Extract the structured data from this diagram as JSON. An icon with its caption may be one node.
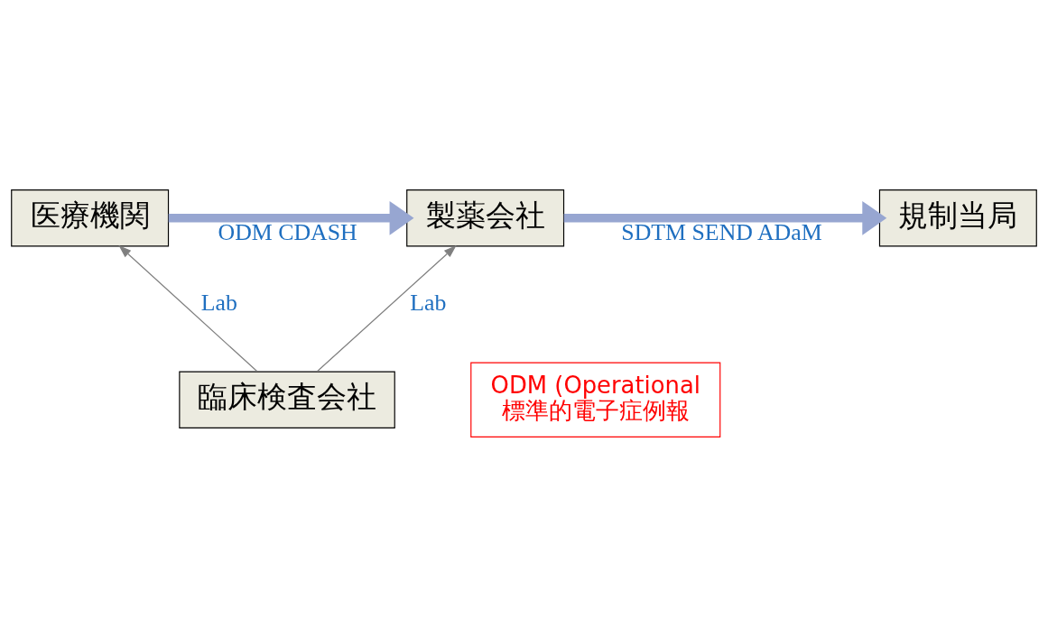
{
  "diagram": {
    "nodes": [
      {
        "text": [
          "医療機関"
        ]
      },
      {
        "text": [
          "製薬会社"
        ]
      },
      {
        "text": [
          "規制当局"
        ]
      },
      {
        "text": [
          "臨床検査会社"
        ]
      },
      {
        "text": [
          "ODM (Operational",
          "標準的電子症例報"
        ]
      }
    ],
    "edges": [
      {
        "from": 0,
        "to": 1,
        "arrow": "to",
        "label": "ODM CDASH",
        "style": "thick",
        "color": "#97a6d1"
      },
      {
        "from": 1,
        "to": 2,
        "arrow": "to",
        "label": "SDTM SEND ADaM",
        "style": "thick",
        "color": "#97a6d1"
      },
      {
        "from": 3,
        "to": 0,
        "arrow": "to",
        "label": "Lab",
        "color": "#7f7f7f"
      },
      {
        "from": 3,
        "to": 1,
        "arrow": "to",
        "label": "Lab",
        "color": "#7f7f7f"
      }
    ]
  }
}
